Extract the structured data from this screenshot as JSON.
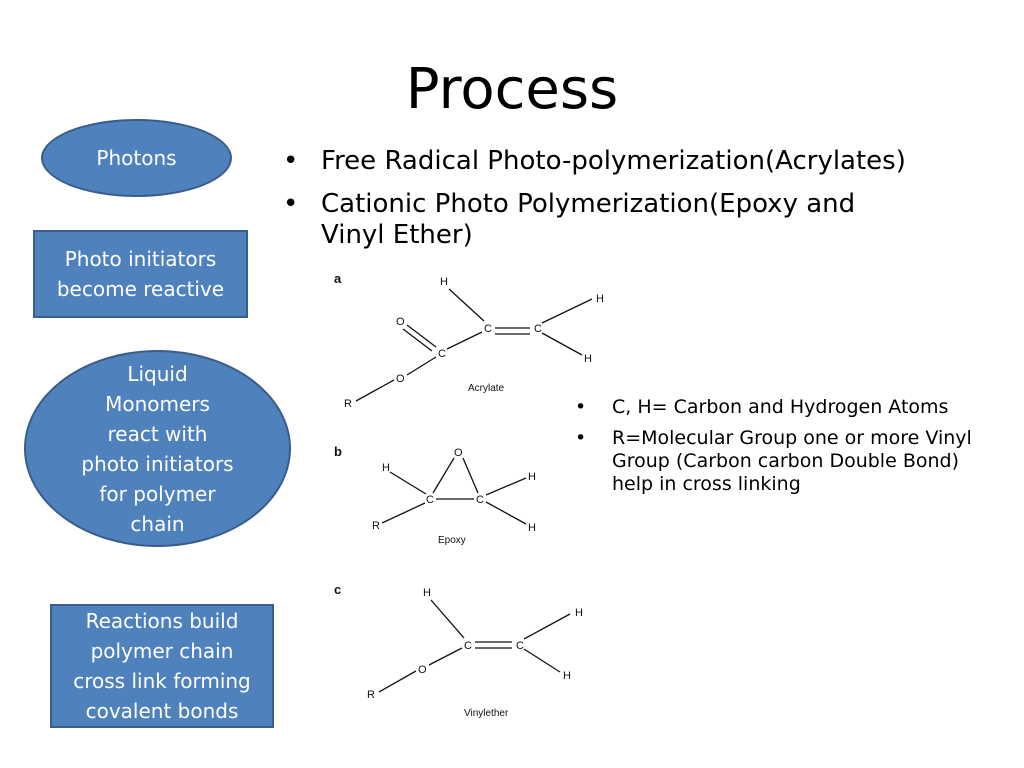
{
  "slide": {
    "title": "Process"
  },
  "flow": {
    "photons": "Photons",
    "initiators": [
      "Photo initiators",
      "become reactive"
    ],
    "monomers": [
      "Liquid",
      "Monomers",
      "react with",
      "photo initiators",
      "for polymer",
      "chain"
    ],
    "reactions": [
      "Reactions build",
      "polymer chain",
      "cross link forming",
      "covalent bonds"
    ]
  },
  "bullets": {
    "main": [
      "Free Radical Photo-polymerization(Acrylates)",
      "Cationic Photo Polymerization(Epoxy and Vinyl Ether)"
    ],
    "side": [
      "C, H= Carbon and Hydrogen Atoms",
      "R=Molecular Group one or more Vinyl Group (Carbon carbon Double Bond) help in cross linking"
    ]
  },
  "structures": {
    "a": {
      "letter": "a",
      "name": "Acrylate",
      "atoms": {
        "h_top": "H",
        "h_right1": "H",
        "h_right2": "H",
        "o_dbl": "O",
        "c_carbonyl": "C",
        "c1": "C",
        "c2": "C",
        "o_single": "O",
        "r": "R"
      }
    },
    "b": {
      "letter": "b",
      "name": "Epoxy",
      "atoms": {
        "o": "O",
        "h_left": "H",
        "h_right1": "H",
        "h_right2": "H",
        "c1": "C",
        "c2": "C",
        "r": "R"
      }
    },
    "c": {
      "letter": "c",
      "name": "Vinylether",
      "atoms": {
        "h_top": "H",
        "h_right1": "H",
        "h_right2": "H",
        "c1": "C",
        "c2": "C",
        "o": "O",
        "r": "R"
      }
    }
  }
}
